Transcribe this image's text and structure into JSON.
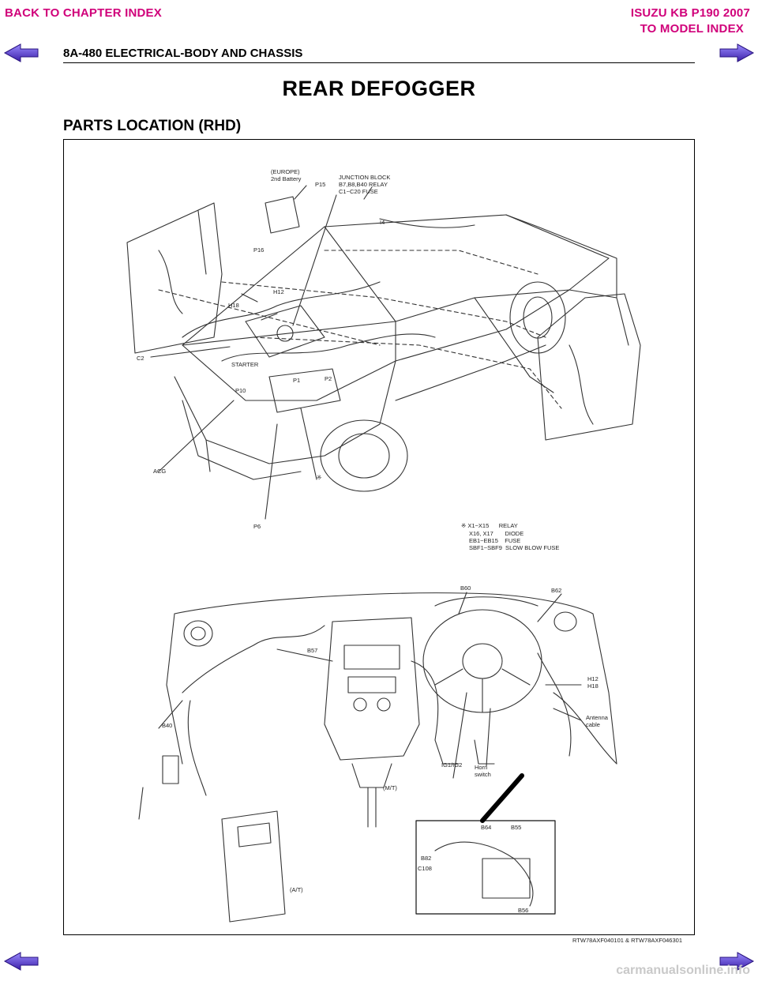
{
  "nav": {
    "back_link": "BACK TO CHAPTER INDEX",
    "model_title": "ISUZU KB P190 2007",
    "model_link": "TO MODEL INDEX"
  },
  "header": {
    "section_page": "8A-480  ELECTRICAL-BODY AND CHASSIS"
  },
  "title": "REAR DEFOGGER",
  "subtitle": "PARTS LOCATION (RHD)",
  "figure": {
    "callouts": {
      "europe": "(EUROPE)",
      "battery2": "2nd Battery",
      "p15": "P15",
      "junction1": "JUNCTION BLOCK",
      "junction2": "B7,B8,B40 RELAY",
      "junction3": "C1~C20 FUSE",
      "p16": "P16",
      "i4": "I4",
      "h12": "H12",
      "h18": "H18",
      "c2": "C2",
      "starter": "STARTER",
      "p1": "P1",
      "p10": "P10",
      "p2": "P2",
      "acg": "ACG",
      "p6": "P6",
      "star": "※",
      "legend1": "※ X1~X15      RELAY",
      "legend2": "X16, X17       DIODE",
      "legend3": "EB1~EB15    FUSE",
      "legend4": "SBF1~SBF9  SLOW BLOW FUSE",
      "b60": "B60",
      "b62": "B62",
      "b57": "B57",
      "h12b": "H12",
      "h18b": "H18",
      "antenna1": "Antenna",
      "antenna2": "cable",
      "b40": "B40",
      "ig1ig2": "IG1/IG2",
      "horn1": "Horn",
      "horn2": "switch",
      "mt": "(M/T)",
      "at": "(A/T)",
      "b64": "B64",
      "b55": "B55",
      "b82": "B82",
      "c108": "C108",
      "b56": "B56"
    },
    "figure_id": "RTW78AXF040101 & RTW78AXF046301"
  },
  "watermark": "carmanualsonline.info",
  "colors": {
    "accent": "#d0007a",
    "arrow": "#5a3fbf"
  }
}
